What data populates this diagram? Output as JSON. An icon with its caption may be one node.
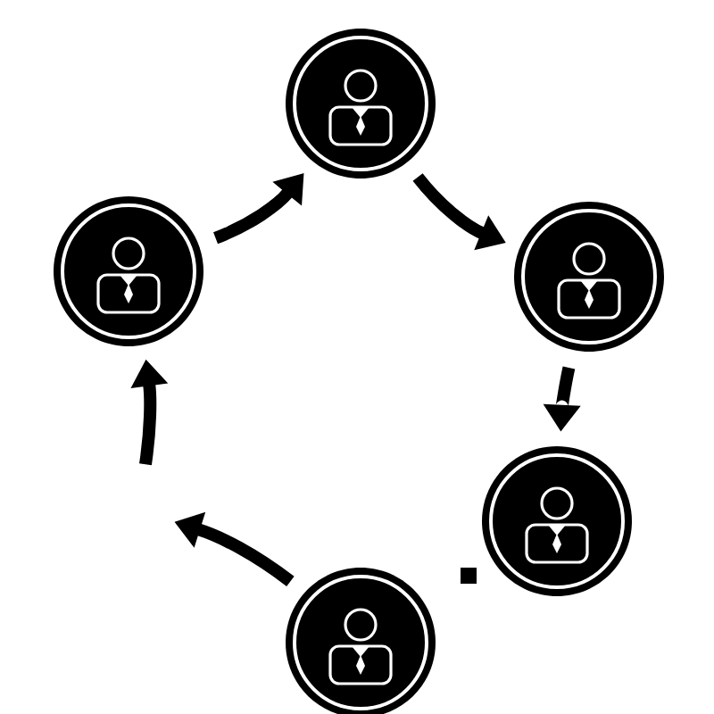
{
  "diagram": {
    "nodes": [
      {
        "text": [],
        "shape": "person"
      },
      {
        "text": [],
        "shape": "person"
      },
      {
        "text": [],
        "shape": "person"
      },
      {
        "text": [],
        "shape": "person"
      },
      {
        "text": [],
        "shape": "person"
      }
    ],
    "edges": [
      {
        "from": 0,
        "to": 1,
        "arrow": "to"
      },
      {
        "from": 1,
        "to": 2,
        "arrow": "to"
      },
      {
        "from": 2,
        "to": 3,
        "arrow": "to"
      },
      {
        "from": 4,
        "to": null,
        "arrow": "to"
      },
      {
        "from": null,
        "to": 0,
        "arrow": "to"
      }
    ]
  }
}
